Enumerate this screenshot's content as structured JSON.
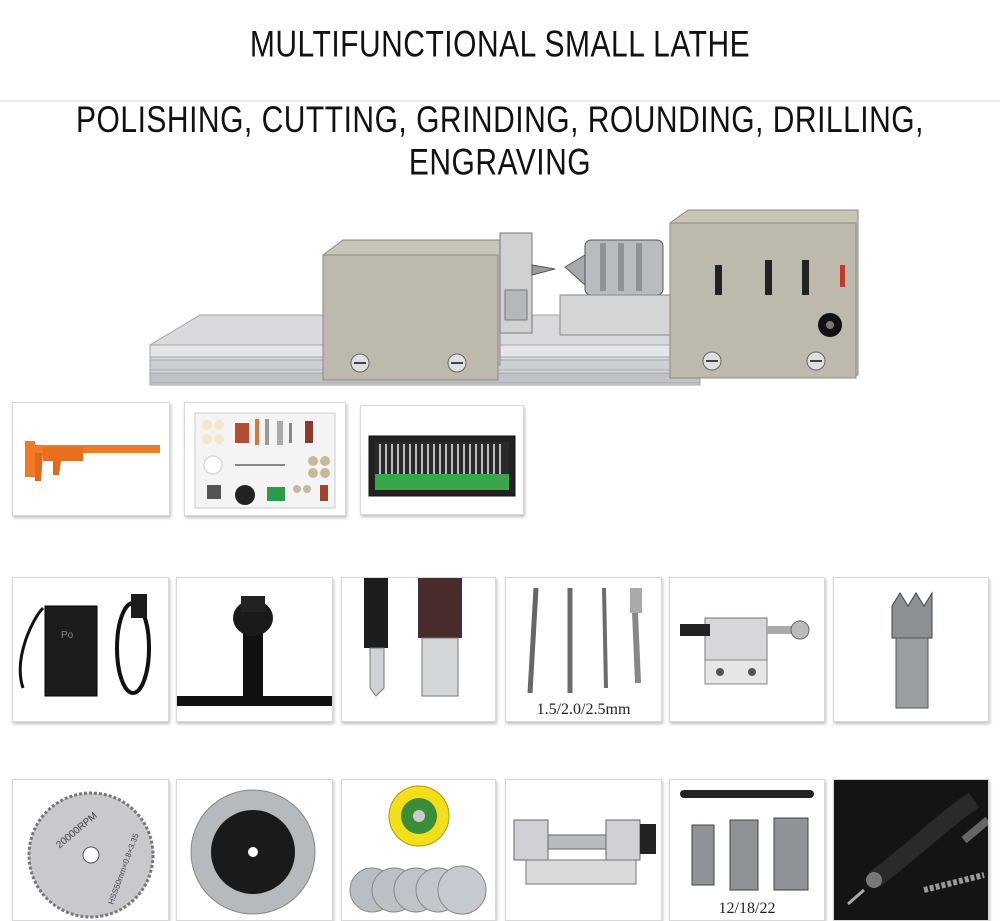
{
  "header": {
    "title": "MULTIFUNCTIONAL SMALL LATHE",
    "subtitle": "POLISHING, CUTTING, GRINDING, ROUNDING, DRILLING, ENGRAVING"
  },
  "labels": {
    "pins": "1.5/2.0/2.5mm",
    "core_drills": "12/18/22",
    "saw_blade_rpm": "20000RPM",
    "saw_blade_spec": "HSS50mm×0.8×3.35",
    "adapter_brand": "Po"
  },
  "colors": {
    "lathe_body": "#c8c4b7",
    "rail": "#c9ccd0",
    "caliper": "#f07a26",
    "sanding_pad": "#f2df1a"
  }
}
